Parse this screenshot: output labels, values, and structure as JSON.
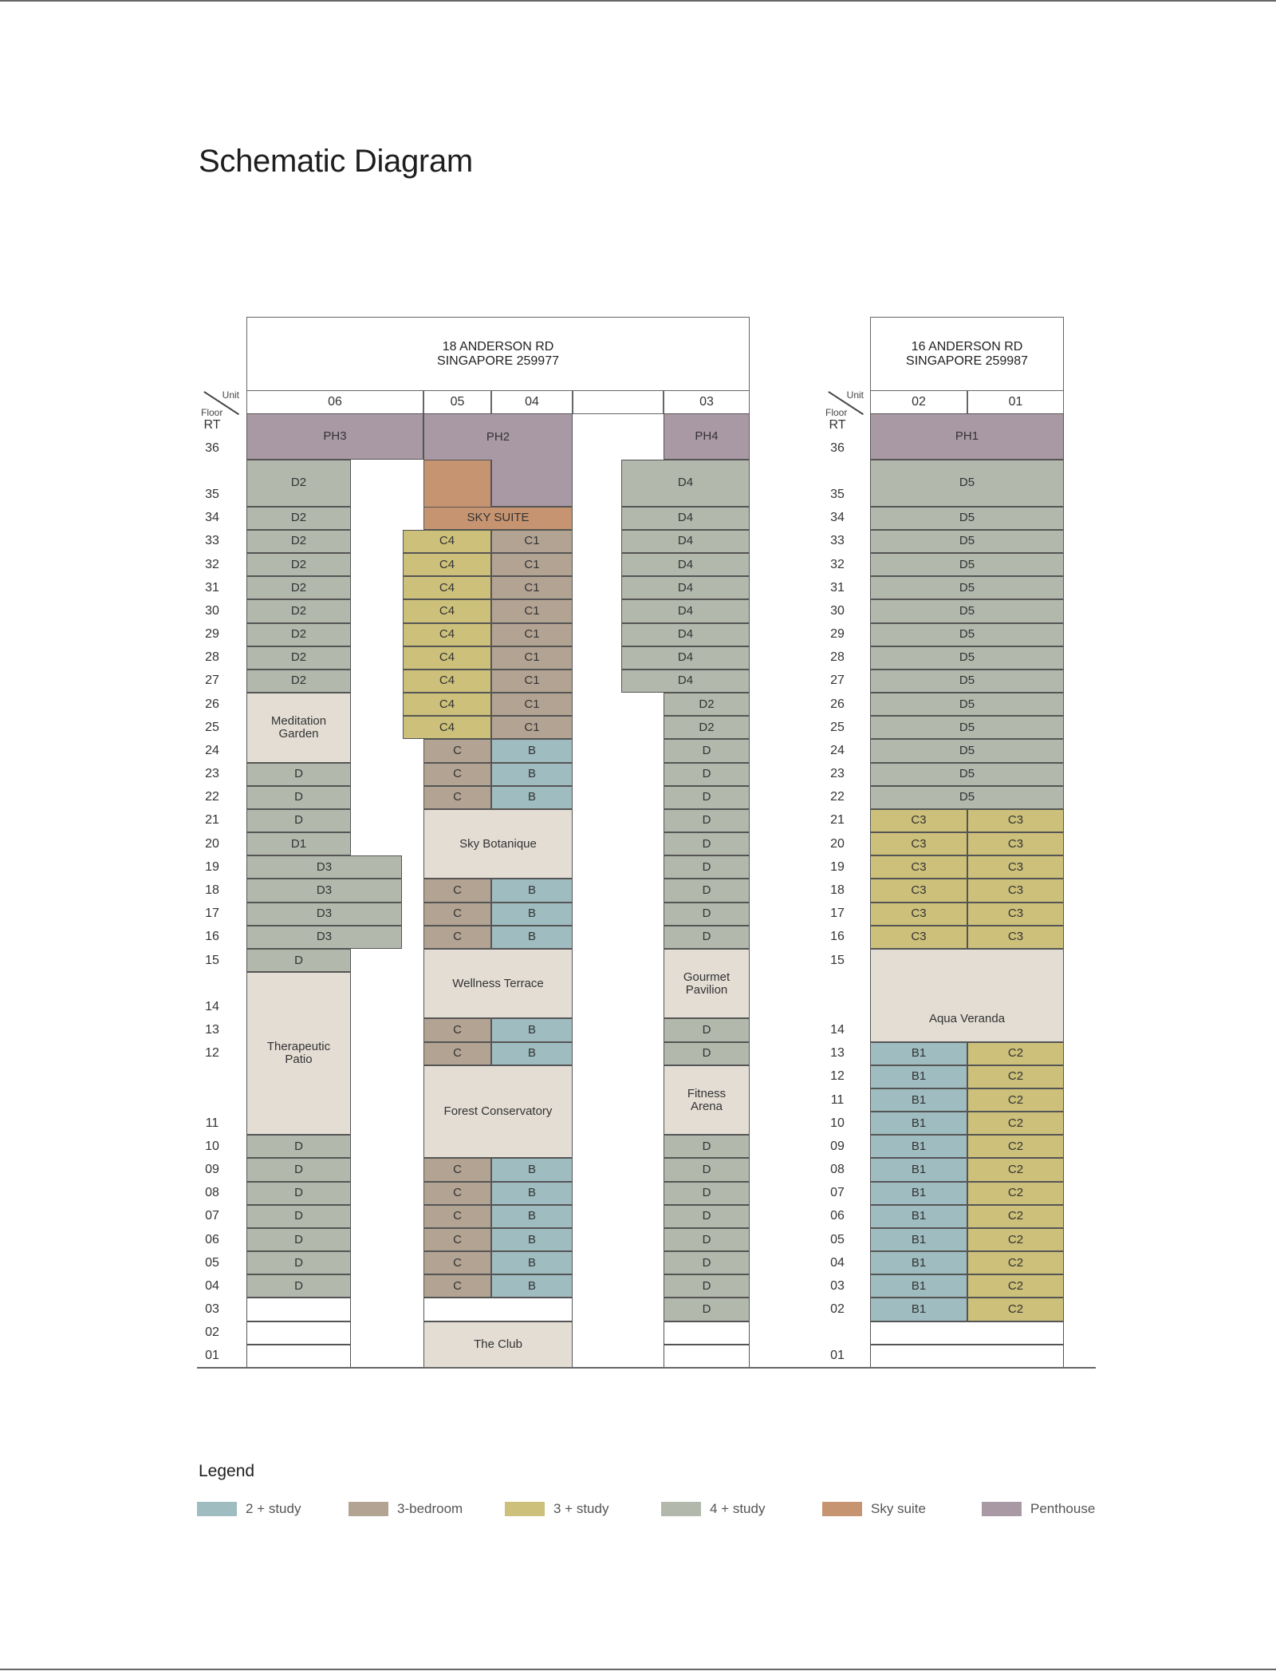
{
  "page": {
    "title": "Schematic Diagram"
  },
  "legend": {
    "title": "Legend",
    "items": [
      {
        "label": "2 + study",
        "color": "#9fbcc0"
      },
      {
        "label": "3-bedroom",
        "color": "#b3a393"
      },
      {
        "label": "3 + study",
        "color": "#cdc07a"
      },
      {
        "label": "4 + study",
        "color": "#b2b8ac"
      },
      {
        "label": "Sky suite",
        "color": "#c69470"
      },
      {
        "label": "Penthouse",
        "color": "#a999a4"
      }
    ]
  },
  "axis": {
    "unit_label": "Unit",
    "floor_label": "Floor"
  },
  "tower_left": {
    "address_line1": "18 ANDERSON RD",
    "address_line2": "SINGAPORE 259977",
    "units": [
      "06",
      "05",
      "04",
      "",
      "03"
    ],
    "floors": [
      {
        "label": "RT"
      },
      {
        "label": "36"
      },
      {
        "label": "35"
      },
      {
        "label": "34"
      },
      {
        "label": "33"
      },
      {
        "label": "32"
      },
      {
        "label": "31"
      },
      {
        "label": "30"
      },
      {
        "label": "29"
      },
      {
        "label": "28"
      },
      {
        "label": "27"
      },
      {
        "label": "26"
      },
      {
        "label": "25"
      },
      {
        "label": "24"
      },
      {
        "label": "23"
      },
      {
        "label": "22"
      },
      {
        "label": "21"
      },
      {
        "label": "20"
      },
      {
        "label": "19"
      },
      {
        "label": "18"
      },
      {
        "label": "17"
      },
      {
        "label": "16"
      },
      {
        "label": "15"
      },
      {
        "label": "14"
      },
      {
        "label": "13"
      },
      {
        "label": "12"
      },
      {
        "label": "11"
      },
      {
        "label": "10"
      },
      {
        "label": "09"
      },
      {
        "label": "08"
      },
      {
        "label": "07"
      },
      {
        "label": "06"
      },
      {
        "label": "05"
      },
      {
        "label": "04"
      },
      {
        "label": "03"
      },
      {
        "label": "02"
      },
      {
        "label": "01"
      }
    ],
    "amenities": {
      "sky_suite": "SKY SUITE",
      "meditation_garden": "Meditation Garden",
      "sky_botanique": "Sky Botanique",
      "wellness_terrace": "Wellness Terrace",
      "therapeutic_patio": "Therapeutic Patio",
      "forest_conservatory": "Forest Conservatory",
      "the_club": "The Club",
      "gourmet_pavilion": "Gourmet Pavilion",
      "fitness_arena": "Fitness Arena"
    },
    "penthouses": {
      "ph3": "PH3",
      "ph2": "PH2",
      "ph4": "PH4"
    }
  },
  "tower_right": {
    "address_line1": "16 ANDERSON RD",
    "address_line2": "SINGAPORE 259987",
    "units": [
      "02",
      "01"
    ],
    "floors": [
      {
        "label": "RT"
      },
      {
        "label": "36"
      },
      {
        "label": "35"
      },
      {
        "label": "34"
      },
      {
        "label": "33"
      },
      {
        "label": "32"
      },
      {
        "label": "31"
      },
      {
        "label": "30"
      },
      {
        "label": "29"
      },
      {
        "label": "28"
      },
      {
        "label": "27"
      },
      {
        "label": "26"
      },
      {
        "label": "25"
      },
      {
        "label": "24"
      },
      {
        "label": "23"
      },
      {
        "label": "22"
      },
      {
        "label": "21"
      },
      {
        "label": "20"
      },
      {
        "label": "19"
      },
      {
        "label": "18"
      },
      {
        "label": "17"
      },
      {
        "label": "16"
      },
      {
        "label": "15"
      },
      {
        "label": "14"
      },
      {
        "label": "13"
      },
      {
        "label": "12"
      },
      {
        "label": "11"
      },
      {
        "label": "10"
      },
      {
        "label": "09"
      },
      {
        "label": "08"
      },
      {
        "label": "07"
      },
      {
        "label": "06"
      },
      {
        "label": "05"
      },
      {
        "label": "04"
      },
      {
        "label": "03"
      },
      {
        "label": "02"
      },
      {
        "label": "01"
      }
    ],
    "penthouse": "PH1",
    "amenity": "Aqua Veranda"
  },
  "unit_types": {
    "D": "D",
    "D1": "D1",
    "D2": "D2",
    "D3": "D3",
    "D4": "D4",
    "D5": "D5",
    "C": "C",
    "C1": "C1",
    "C2": "C2",
    "C3": "C3",
    "C4": "C4",
    "B": "B",
    "B1": "B1"
  }
}
